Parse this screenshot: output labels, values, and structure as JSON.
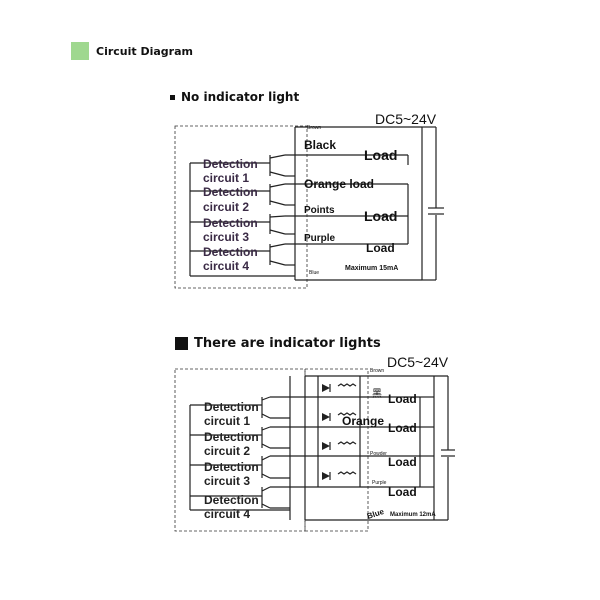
{
  "header": {
    "title": "Circuit Diagram",
    "swatch_color": "#9fd88f"
  },
  "diagram1": {
    "title": "No indicator light",
    "supply": "DC5~24V",
    "brown_label": "Brown",
    "blue_label": "Blue",
    "max_current": "Maximum 15mA",
    "circuits": [
      {
        "line1": "Detection",
        "line2": "circuit 1"
      },
      {
        "line1": "Detection",
        "line2": "circuit 2"
      },
      {
        "line1": "Detection",
        "line2": "circuit 3"
      },
      {
        "line1": "Detection",
        "line2": "circuit 4"
      }
    ],
    "wires": [
      "Black",
      "Orange load",
      "Points",
      "Purple"
    ],
    "loads": [
      "Load",
      "Load",
      "Load"
    ]
  },
  "diagram2": {
    "title": "There are indicator lights",
    "supply": "DC5~24V",
    "brown_label": "Brown",
    "blue_label": "Blue",
    "max_current": "Maximum 12mA",
    "black_label": "黑",
    "orange_label": "Orange",
    "powder_label": "Powder",
    "purple_label": "Purple",
    "circuits": [
      {
        "line1": "Detection",
        "line2": "circuit 1"
      },
      {
        "line1": "Detection",
        "line2": "circuit 2"
      },
      {
        "line1": "Detection",
        "line2": "circuit 3"
      },
      {
        "line1": "Detection",
        "line2": "circuit 4"
      }
    ],
    "loads": [
      "Load",
      "Load",
      "Load",
      "Load"
    ]
  }
}
